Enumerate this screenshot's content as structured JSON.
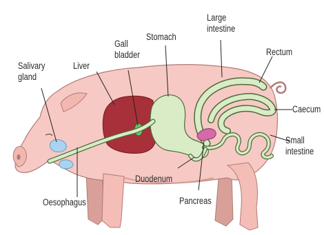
{
  "labels": {
    "salivary_gland": "Salivary\ngland",
    "liver": "Liver",
    "gall_bladder": "Gall\nbladder",
    "stomach": "Stomach",
    "large_intestine": "Large\nintestine",
    "rectum": "Rectum",
    "caecum": "Caecum",
    "small_intestine": "Small\nintestine",
    "duodenum": "Duodenum",
    "pancreas": "Pancreas",
    "oesophagus": "Oesophagus"
  },
  "colors": {
    "body": "#f7c9c4",
    "body_shadow": "#e8a9a2",
    "body_outline": "#b07a74",
    "leg_dark": "#c98e88",
    "liver": "#a8303a",
    "gut": "#d9ecc6",
    "gut_outline": "#4b6b3a",
    "gall_bladder": "#6fbf6a",
    "salivary_gland": "#a9d3ee",
    "pancreas": "#d46aa8",
    "leader": "#222222"
  }
}
